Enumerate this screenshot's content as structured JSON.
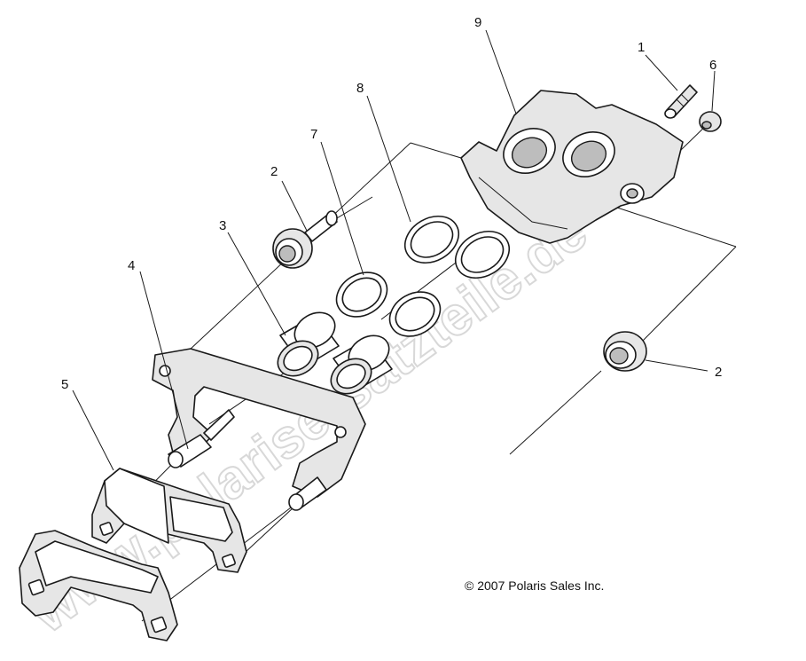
{
  "callouts": {
    "c1": "1",
    "c2a": "2",
    "c2b": "2",
    "c3": "3",
    "c4": "4",
    "c5": "5",
    "c6": "6",
    "c7": "7",
    "c8": "8",
    "c9": "9"
  },
  "copyright": "© 2007 Polaris Sales Inc.",
  "watermark": "www.polarisersatzteile.de",
  "colors": {
    "line": "#1a1a1a",
    "watermark": "#d8d8d8",
    "background": "#ffffff"
  }
}
